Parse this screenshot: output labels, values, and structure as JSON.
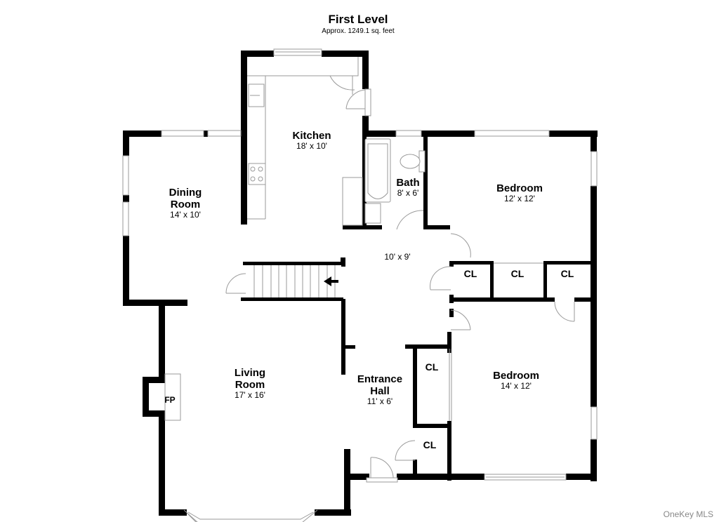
{
  "header": {
    "title": "First Level",
    "subtitle": "Approx. 1249.1 sq. feet"
  },
  "rooms": {
    "kitchen": {
      "name": "Kitchen",
      "dim": "18' x 10'"
    },
    "dining": {
      "name_line1": "Dining",
      "name_line2": "Room",
      "dim": "14' x 10'"
    },
    "bath": {
      "name": "Bath",
      "dim": "8' x 6'"
    },
    "bedroom1": {
      "name": "Bedroom",
      "dim": "12' x 12'"
    },
    "hall": {
      "dim": "10' x 9'"
    },
    "living": {
      "name_line1": "Living",
      "name_line2": "Room",
      "dim": "17' x 16'"
    },
    "entrance": {
      "name_line1": "Entrance",
      "name_line2": "Hall",
      "dim": "11' x 6'"
    },
    "bedroom2": {
      "name": "Bedroom",
      "dim": "14' x 12'"
    }
  },
  "closets": [
    "CL",
    "CL",
    "CL",
    "CL",
    "CL"
  ],
  "fireplace": {
    "label": "FP"
  },
  "stairs": {
    "direction_icon": "arrow-left"
  },
  "watermark": "OneKey MLS",
  "colors": {
    "wall": "#000000",
    "line": "#9a9a9a",
    "background": "#ffffff"
  }
}
